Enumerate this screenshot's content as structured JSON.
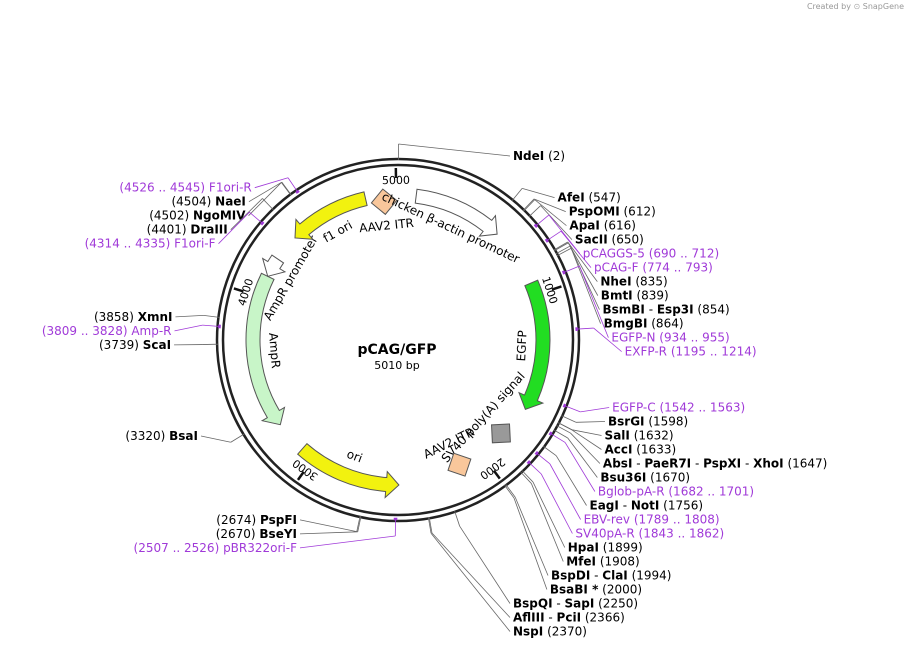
{
  "credit": {
    "created_by": "Created by",
    "brand": "SnapGene"
  },
  "plasmid": {
    "name": "pCAG/GFP",
    "length": "5010 bp",
    "total_bp": 5010
  },
  "ruler": [
    {
      "label": "1000",
      "bp": 1000
    },
    {
      "label": "2000",
      "bp": 2000
    },
    {
      "label": "3000",
      "bp": 3000
    },
    {
      "label": "4000",
      "bp": 4000
    },
    {
      "label": "5000",
      "bp": 5000
    }
  ],
  "features": [
    {
      "name": "AAV2 ITR",
      "start": 4870,
      "end": 4990,
      "type": "box",
      "color": "#f9c79b"
    },
    {
      "name": "chicken β-actin promoter",
      "start": 100,
      "end": 600,
      "type": "arrow",
      "color": "#ffffff"
    },
    {
      "name": "EGFP",
      "start": 930,
      "end": 1650,
      "type": "arrow",
      "color": "#22dd22"
    },
    {
      "name": "SV40 poly(A) signal",
      "start": 1780,
      "end": 1900,
      "type": "box",
      "color": "#999999"
    },
    {
      "name": "AAV2 ITR",
      "start": 2080,
      "end": 2200,
      "type": "box",
      "color": "#f9c79b"
    },
    {
      "name": "ori",
      "start": 2500,
      "end": 3080,
      "type": "arrow-rev",
      "color": "#f2f20f"
    },
    {
      "name": "AmpR",
      "start": 3260,
      "end": 4120,
      "type": "arrow-rev",
      "color": "#c8f5c8"
    },
    {
      "name": "AmpR promoter",
      "start": 4120,
      "end": 4230,
      "type": "arrow-rev",
      "color": "#ffffff"
    },
    {
      "name": "f1 ori",
      "start": 4380,
      "end": 4830,
      "type": "arrow-rev",
      "color": "#f2f20f"
    }
  ],
  "sites": [
    {
      "parts": [
        {
          "t": "NdeI",
          "k": "enz"
        },
        {
          "t": "  (2)",
          "k": "pos"
        }
      ],
      "bp": 2
    },
    {
      "parts": [
        {
          "t": "AfeI",
          "k": "enz"
        },
        {
          "t": "  (547)",
          "k": "pos"
        }
      ],
      "bp": 547
    },
    {
      "parts": [
        {
          "t": "PspOMI",
          "k": "enz"
        },
        {
          "t": "  (612)",
          "k": "pos"
        }
      ],
      "bp": 612
    },
    {
      "parts": [
        {
          "t": "ApaI",
          "k": "enz"
        },
        {
          "t": "  (616)",
          "k": "pos"
        }
      ],
      "bp": 616
    },
    {
      "parts": [
        {
          "t": "SacII",
          "k": "enz"
        },
        {
          "t": "  (650)",
          "k": "pos"
        }
      ],
      "bp": 650
    },
    {
      "parts": [
        {
          "t": "pCAGGS-5",
          "k": "primer"
        },
        {
          "t": "  (690 .. 712)",
          "k": "primer"
        }
      ],
      "bp": 701
    },
    {
      "parts": [
        {
          "t": "pCAG-F",
          "k": "primer"
        },
        {
          "t": "  (774 .. 793)",
          "k": "primer"
        }
      ],
      "bp": 783
    },
    {
      "parts": [
        {
          "t": "NheI",
          "k": "enz"
        },
        {
          "t": "  (835)",
          "k": "pos"
        }
      ],
      "bp": 835
    },
    {
      "parts": [
        {
          "t": "BmtI",
          "k": "enz"
        },
        {
          "t": "  (839)",
          "k": "pos"
        }
      ],
      "bp": 839
    },
    {
      "parts": [
        {
          "t": "BsmBI",
          "k": "enz"
        },
        {
          "t": " - ",
          "k": "pos"
        },
        {
          "t": "Esp3I",
          "k": "enz"
        },
        {
          "t": "  (854)",
          "k": "pos"
        }
      ],
      "bp": 854
    },
    {
      "parts": [
        {
          "t": "BmgBI",
          "k": "enz"
        },
        {
          "t": "  (864)",
          "k": "pos"
        }
      ],
      "bp": 864
    },
    {
      "parts": [
        {
          "t": "EGFP-N",
          "k": "primer"
        },
        {
          "t": "  (934 .. 955)",
          "k": "primer"
        }
      ],
      "bp": 944
    },
    {
      "parts": [
        {
          "t": "EXFP-R",
          "k": "primer"
        },
        {
          "t": "  (1195 .. 1214)",
          "k": "primer"
        }
      ],
      "bp": 1204
    },
    {
      "parts": [
        {
          "t": "EGFP-C",
          "k": "primer"
        },
        {
          "t": "  (1542 .. 1563)",
          "k": "primer"
        }
      ],
      "bp": 1552
    },
    {
      "parts": [
        {
          "t": "BsrGI",
          "k": "enz"
        },
        {
          "t": "  (1598)",
          "k": "pos"
        }
      ],
      "bp": 1598
    },
    {
      "parts": [
        {
          "t": "SalI",
          "k": "enz"
        },
        {
          "t": "  (1632)",
          "k": "pos"
        }
      ],
      "bp": 1632
    },
    {
      "parts": [
        {
          "t": "AccI",
          "k": "enz"
        },
        {
          "t": "  (1633)",
          "k": "pos"
        }
      ],
      "bp": 1633
    },
    {
      "parts": [
        {
          "t": "AbsI",
          "k": "enz"
        },
        {
          "t": " - ",
          "k": "pos"
        },
        {
          "t": "PaeR7I",
          "k": "enz"
        },
        {
          "t": " - ",
          "k": "pos"
        },
        {
          "t": "PspXI",
          "k": "enz"
        },
        {
          "t": " - ",
          "k": "pos"
        },
        {
          "t": "XhoI",
          "k": "enz"
        },
        {
          "t": "  (1647)",
          "k": "pos"
        }
      ],
      "bp": 1647
    },
    {
      "parts": [
        {
          "t": "Bsu36I",
          "k": "enz"
        },
        {
          "t": "  (1670)",
          "k": "pos"
        }
      ],
      "bp": 1670
    },
    {
      "parts": [
        {
          "t": "Bglob-pA-R",
          "k": "primer"
        },
        {
          "t": "  (1682 .. 1701)",
          "k": "primer"
        }
      ],
      "bp": 1691
    },
    {
      "parts": [
        {
          "t": "EagI",
          "k": "enz"
        },
        {
          "t": " - ",
          "k": "pos"
        },
        {
          "t": "NotI",
          "k": "enz"
        },
        {
          "t": "  (1756)",
          "k": "pos"
        }
      ],
      "bp": 1756
    },
    {
      "parts": [
        {
          "t": "EBV-rev",
          "k": "primer"
        },
        {
          "t": "  (1789 .. 1808)",
          "k": "primer"
        }
      ],
      "bp": 1798
    },
    {
      "parts": [
        {
          "t": "SV40pA-R",
          "k": "primer"
        },
        {
          "t": "  (1843 .. 1862)",
          "k": "primer"
        }
      ],
      "bp": 1852
    },
    {
      "parts": [
        {
          "t": "HpaI",
          "k": "enz"
        },
        {
          "t": "  (1899)",
          "k": "pos"
        }
      ],
      "bp": 1899
    },
    {
      "parts": [
        {
          "t": "MfeI",
          "k": "enz"
        },
        {
          "t": "  (1908)",
          "k": "pos"
        }
      ],
      "bp": 1908
    },
    {
      "parts": [
        {
          "t": "BspDI",
          "k": "enz"
        },
        {
          "t": " - ",
          "k": "pos"
        },
        {
          "t": "ClaI",
          "k": "enz"
        },
        {
          "t": "  (1994)",
          "k": "pos"
        }
      ],
      "bp": 1994
    },
    {
      "parts": [
        {
          "t": "BsaBI *",
          "k": "enz"
        },
        {
          "t": "  (2000)",
          "k": "pos"
        }
      ],
      "bp": 2000
    },
    {
      "parts": [
        {
          "t": "BspQI",
          "k": "enz"
        },
        {
          "t": " - ",
          "k": "pos"
        },
        {
          "t": "SapI",
          "k": "enz"
        },
        {
          "t": "  (2250)",
          "k": "pos"
        }
      ],
      "bp": 2250
    },
    {
      "parts": [
        {
          "t": "AflIII",
          "k": "enz"
        },
        {
          "t": " - ",
          "k": "pos"
        },
        {
          "t": "PciI",
          "k": "enz"
        },
        {
          "t": "  (2366)",
          "k": "pos"
        }
      ],
      "bp": 2366
    },
    {
      "parts": [
        {
          "t": "NspI",
          "k": "enz"
        },
        {
          "t": "  (2370)",
          "k": "pos"
        }
      ],
      "bp": 2370
    },
    {
      "parts": [
        {
          "t": "pBR322ori-F",
          "k": "primer"
        },
        {
          "t": "(2507 .. 2526)  ",
          "k": "primer"
        }
      ],
      "bp": 2516,
      "left": true,
      "primerFirstPos": true
    },
    {
      "parts": [
        {
          "t": "BseYI",
          "k": "enz"
        },
        {
          "t": "(2670)  ",
          "k": "pos"
        }
      ],
      "bp": 2670,
      "left": true
    },
    {
      "parts": [
        {
          "t": "PspFI",
          "k": "enz"
        },
        {
          "t": "(2674)  ",
          "k": "pos"
        }
      ],
      "bp": 2674,
      "left": true
    },
    {
      "parts": [
        {
          "t": "BsaI",
          "k": "enz"
        },
        {
          "t": "(3320)  ",
          "k": "pos"
        }
      ],
      "bp": 3320,
      "left": true
    },
    {
      "parts": [
        {
          "t": "ScaI",
          "k": "enz"
        },
        {
          "t": "(3739)  ",
          "k": "pos"
        }
      ],
      "bp": 3739,
      "left": true
    },
    {
      "parts": [
        {
          "t": "Amp-R",
          "k": "primer"
        },
        {
          "t": "(3809 .. 3828)  ",
          "k": "primer"
        }
      ],
      "bp": 3818,
      "left": true
    },
    {
      "parts": [
        {
          "t": "XmnI",
          "k": "enz"
        },
        {
          "t": "(3858)  ",
          "k": "pos"
        }
      ],
      "bp": 3858,
      "left": true
    },
    {
      "parts": [
        {
          "t": "F1ori-F",
          "k": "primer"
        },
        {
          "t": "(4314 .. 4335)  ",
          "k": "primer"
        }
      ],
      "bp": 4324,
      "left": true
    },
    {
      "parts": [
        {
          "t": "DraIII",
          "k": "enz"
        },
        {
          "t": "(4401)  ",
          "k": "pos"
        }
      ],
      "bp": 4401,
      "left": true
    },
    {
      "parts": [
        {
          "t": "NgoMIV",
          "k": "enz"
        },
        {
          "t": "(4502)  ",
          "k": "pos"
        }
      ],
      "bp": 4502,
      "left": true
    },
    {
      "parts": [
        {
          "t": "NaeI",
          "k": "enz"
        },
        {
          "t": "(4504)  ",
          "k": "pos"
        }
      ],
      "bp": 4504,
      "left": true
    },
    {
      "parts": [
        {
          "t": "F1ori-R",
          "k": "primer"
        },
        {
          "t": "(4526 .. 4545)  ",
          "k": "primer"
        }
      ],
      "bp": 4535,
      "left": true
    }
  ]
}
